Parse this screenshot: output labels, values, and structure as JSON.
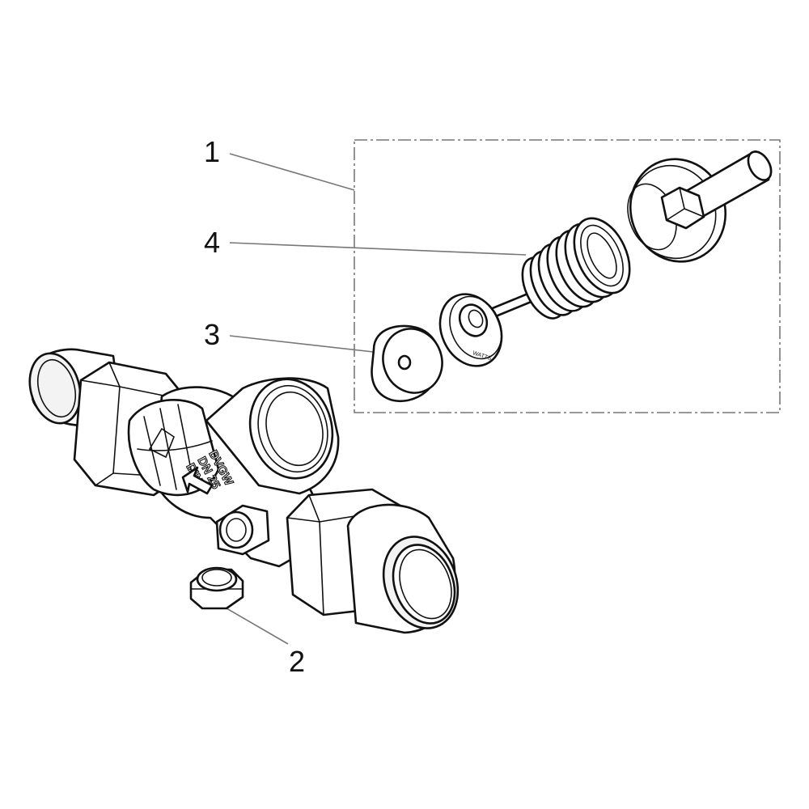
{
  "callouts": {
    "c1": "1",
    "c2": "2",
    "c3": "3",
    "c4": "4"
  },
  "markings": {
    "line1": "DVGW",
    "line2": "DN 25",
    "line3": "DIN",
    "disc_text": "WATTS"
  }
}
